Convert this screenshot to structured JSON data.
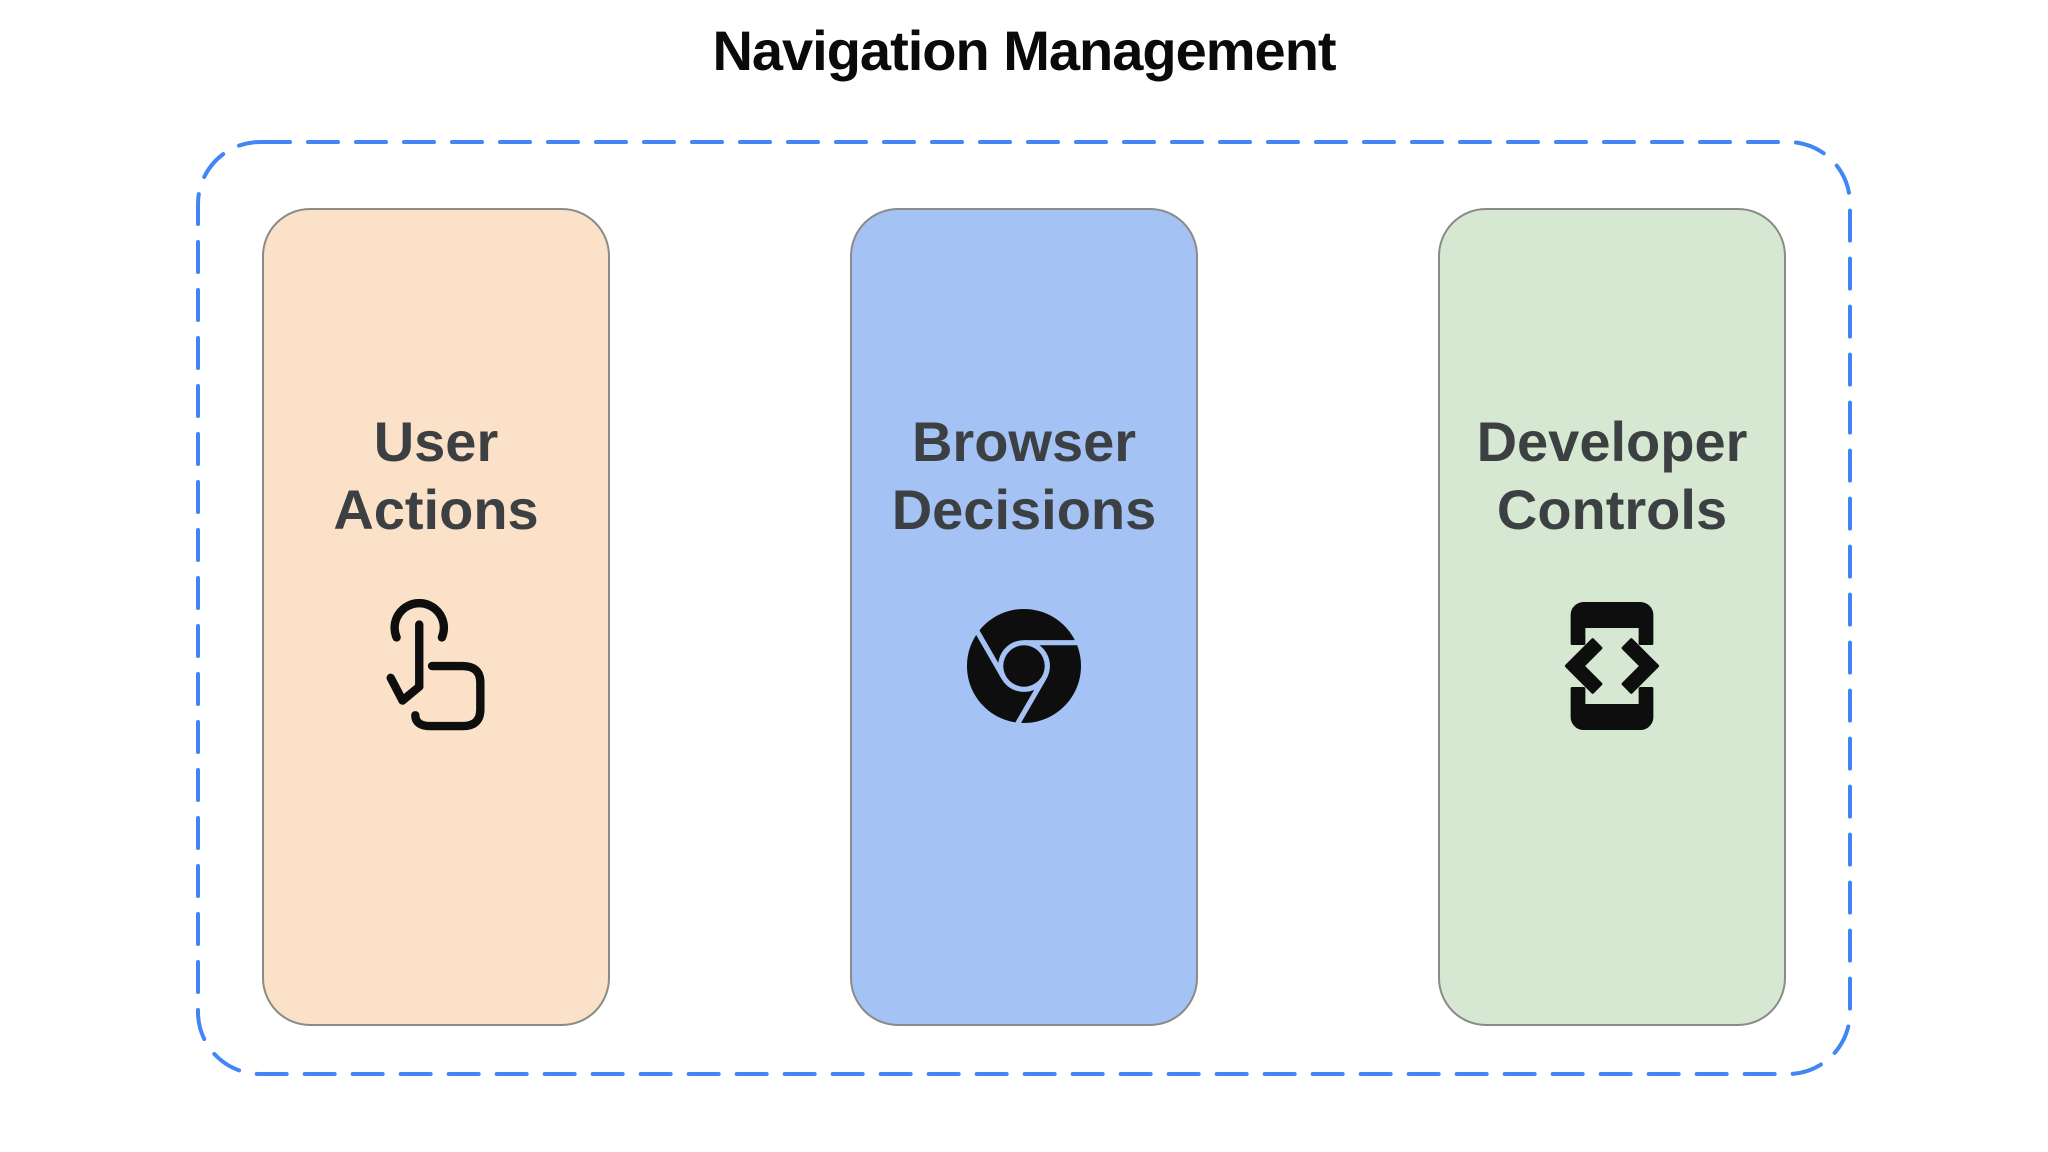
{
  "title": "Navigation Management",
  "group": {
    "label": "Navigation Management group",
    "border_style": "dashed",
    "border_color": "#4285f4"
  },
  "cards": [
    {
      "label": "User Actions",
      "lines": [
        "User",
        "Actions"
      ],
      "icon": "tap-gesture-icon",
      "background": "#fae1c7"
    },
    {
      "label": "Browser Decisions",
      "lines": [
        "Browser",
        "Decisions"
      ],
      "icon": "chrome-browser-icon",
      "background": "#a4c2f4"
    },
    {
      "label": "Developer Controls",
      "lines": [
        "Developer",
        "Controls"
      ],
      "icon": "developer-mode-icon",
      "background": "#d6e8d2"
    }
  ],
  "colors": {
    "page_background": "#ffffff",
    "title_text": "#0a0a0a",
    "card_label_text": "#3c4043",
    "icon": "#0e0e0e",
    "card_border": "#8b8b88",
    "frame_border": "#4285f4"
  }
}
